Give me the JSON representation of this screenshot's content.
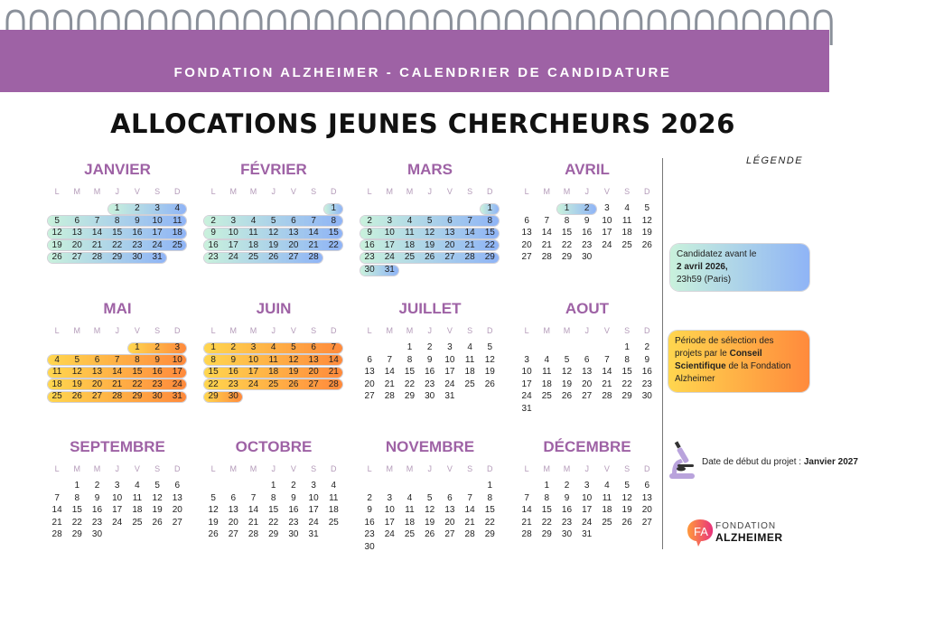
{
  "header": {
    "banner_title": "FONDATION ALZHEIMER - CALENDRIER DE CANDIDATURE"
  },
  "title": "ALLOCATIONS JEUNES CHERCHEURS 2026",
  "weekdays": [
    "L",
    "M",
    "M",
    "J",
    "V",
    "S",
    "D"
  ],
  "colors": {
    "brand_purple": "#9e62a5",
    "blue_start": "#c9f1dc",
    "blue_end": "#8fb4f6",
    "orange_start": "#ffd64f",
    "orange_end": "#ff8a3c"
  },
  "months": [
    {
      "name": "JANVIER",
      "highlight": "blue",
      "highlight_until": 31,
      "weeks": [
        [
          null,
          null,
          null,
          1,
          2,
          3,
          4
        ],
        [
          5,
          6,
          7,
          8,
          9,
          10,
          11
        ],
        [
          12,
          13,
          14,
          15,
          16,
          17,
          18
        ],
        [
          19,
          20,
          21,
          22,
          23,
          24,
          25
        ],
        [
          26,
          27,
          28,
          29,
          30,
          31,
          null
        ]
      ]
    },
    {
      "name": "FÉVRIER",
      "highlight": "blue",
      "highlight_until": 28,
      "weeks": [
        [
          null,
          null,
          null,
          null,
          null,
          null,
          1
        ],
        [
          2,
          3,
          4,
          5,
          6,
          7,
          8
        ],
        [
          9,
          10,
          11,
          12,
          13,
          14,
          15
        ],
        [
          16,
          17,
          18,
          19,
          20,
          21,
          22
        ],
        [
          23,
          24,
          25,
          26,
          27,
          28,
          null
        ]
      ]
    },
    {
      "name": "MARS",
      "highlight": "blue",
      "highlight_until": 31,
      "weeks": [
        [
          null,
          null,
          null,
          null,
          null,
          null,
          1
        ],
        [
          2,
          3,
          4,
          5,
          6,
          7,
          8
        ],
        [
          9,
          10,
          11,
          12,
          13,
          14,
          15
        ],
        [
          16,
          17,
          18,
          19,
          20,
          21,
          22
        ],
        [
          23,
          24,
          25,
          26,
          27,
          28,
          29
        ],
        [
          30,
          31,
          null,
          null,
          null,
          null,
          null
        ]
      ]
    },
    {
      "name": "AVRIL",
      "highlight": "blue",
      "highlight_until": 2,
      "weeks": [
        [
          null,
          null,
          1,
          2,
          3,
          4,
          5
        ],
        [
          6,
          7,
          8,
          9,
          10,
          11,
          12
        ],
        [
          13,
          14,
          15,
          16,
          17,
          18,
          19
        ],
        [
          20,
          21,
          22,
          23,
          24,
          25,
          26
        ],
        [
          27,
          28,
          29,
          30,
          null,
          null,
          null
        ]
      ]
    },
    {
      "name": "MAI",
      "highlight": "orange",
      "highlight_until": 31,
      "weeks": [
        [
          null,
          null,
          null,
          null,
          1,
          2,
          3
        ],
        [
          4,
          5,
          6,
          7,
          8,
          9,
          10
        ],
        [
          11,
          12,
          13,
          14,
          15,
          16,
          17
        ],
        [
          18,
          19,
          20,
          21,
          22,
          23,
          24
        ],
        [
          25,
          26,
          27,
          28,
          29,
          30,
          31
        ]
      ]
    },
    {
      "name": "JUIN",
      "highlight": "orange",
      "highlight_until": 30,
      "weeks": [
        [
          1,
          2,
          3,
          4,
          5,
          6,
          7
        ],
        [
          8,
          9,
          10,
          11,
          12,
          13,
          14
        ],
        [
          15,
          16,
          17,
          18,
          19,
          20,
          21
        ],
        [
          22,
          23,
          24,
          25,
          26,
          27,
          28
        ],
        [
          29,
          30,
          null,
          null,
          null,
          null,
          null
        ]
      ]
    },
    {
      "name": "JUILLET",
      "highlight": null,
      "highlight_until": 0,
      "weeks": [
        [
          null,
          null,
          1,
          2,
          3,
          4,
          5
        ],
        [
          6,
          7,
          8,
          9,
          10,
          11,
          12
        ],
        [
          13,
          14,
          15,
          16,
          17,
          18,
          19
        ],
        [
          20,
          21,
          22,
          23,
          24,
          25,
          26
        ],
        [
          27,
          28,
          29,
          30,
          31,
          null,
          null
        ]
      ]
    },
    {
      "name": "AOUT",
      "highlight": null,
      "highlight_until": 0,
      "weeks": [
        [
          null,
          null,
          null,
          null,
          null,
          1,
          2
        ],
        [
          3,
          4,
          5,
          6,
          7,
          8,
          9
        ],
        [
          10,
          11,
          12,
          13,
          14,
          15,
          16
        ],
        [
          17,
          18,
          19,
          20,
          21,
          22,
          23
        ],
        [
          24,
          25,
          26,
          27,
          28,
          29,
          30
        ],
        [
          31,
          null,
          null,
          null,
          null,
          null,
          null
        ]
      ]
    },
    {
      "name": "SEPTEMBRE",
      "highlight": null,
      "highlight_until": 0,
      "weeks": [
        [
          null,
          1,
          2,
          3,
          4,
          5,
          6
        ],
        [
          7,
          8,
          9,
          10,
          11,
          12,
          13
        ],
        [
          14,
          15,
          16,
          17,
          18,
          19,
          20
        ],
        [
          21,
          22,
          23,
          24,
          25,
          26,
          27
        ],
        [
          28,
          29,
          30,
          null,
          null,
          null,
          null
        ]
      ]
    },
    {
      "name": "OCTOBRE",
      "highlight": null,
      "highlight_until": 0,
      "weeks": [
        [
          null,
          null,
          null,
          1,
          2,
          3,
          4
        ],
        [
          5,
          6,
          7,
          8,
          9,
          10,
          11
        ],
        [
          12,
          13,
          14,
          15,
          16,
          17,
          18
        ],
        [
          19,
          20,
          21,
          22,
          23,
          24,
          25
        ],
        [
          26,
          27,
          28,
          29,
          30,
          31,
          null
        ]
      ]
    },
    {
      "name": "NOVEMBRE",
      "highlight": null,
      "highlight_until": 0,
      "weeks": [
        [
          null,
          null,
          null,
          null,
          null,
          null,
          1
        ],
        [
          2,
          3,
          4,
          5,
          6,
          7,
          8
        ],
        [
          9,
          10,
          11,
          12,
          13,
          14,
          15
        ],
        [
          16,
          17,
          18,
          19,
          20,
          21,
          22
        ],
        [
          23,
          24,
          25,
          26,
          27,
          28,
          29
        ],
        [
          30,
          null,
          null,
          null,
          null,
          null,
          null
        ]
      ]
    },
    {
      "name": "DÉCEMBRE",
      "highlight": null,
      "highlight_until": 0,
      "weeks": [
        [
          null,
          1,
          2,
          3,
          4,
          5,
          6
        ],
        [
          7,
          8,
          9,
          10,
          11,
          12,
          13
        ],
        [
          14,
          15,
          16,
          17,
          18,
          19,
          20
        ],
        [
          21,
          22,
          23,
          24,
          25,
          26,
          27
        ],
        [
          28,
          29,
          30,
          31,
          null,
          null,
          null
        ]
      ]
    }
  ],
  "legend": {
    "title": "LÉGENDE",
    "deadline": {
      "line1": "Candidatez avant le",
      "bold": "2 avril 2026,",
      "line3": "23h59 (Paris)"
    },
    "selection": {
      "pre": "Période de sélection des projets par le ",
      "bold": "Conseil Scientifique",
      "post": " de la Fondation Alzheimer"
    },
    "start": {
      "pre": "Date de début du projet : ",
      "bold": "Janvier 2027"
    }
  },
  "logo": {
    "top": "FONDATION",
    "bottom": "ALZHEIMER"
  }
}
